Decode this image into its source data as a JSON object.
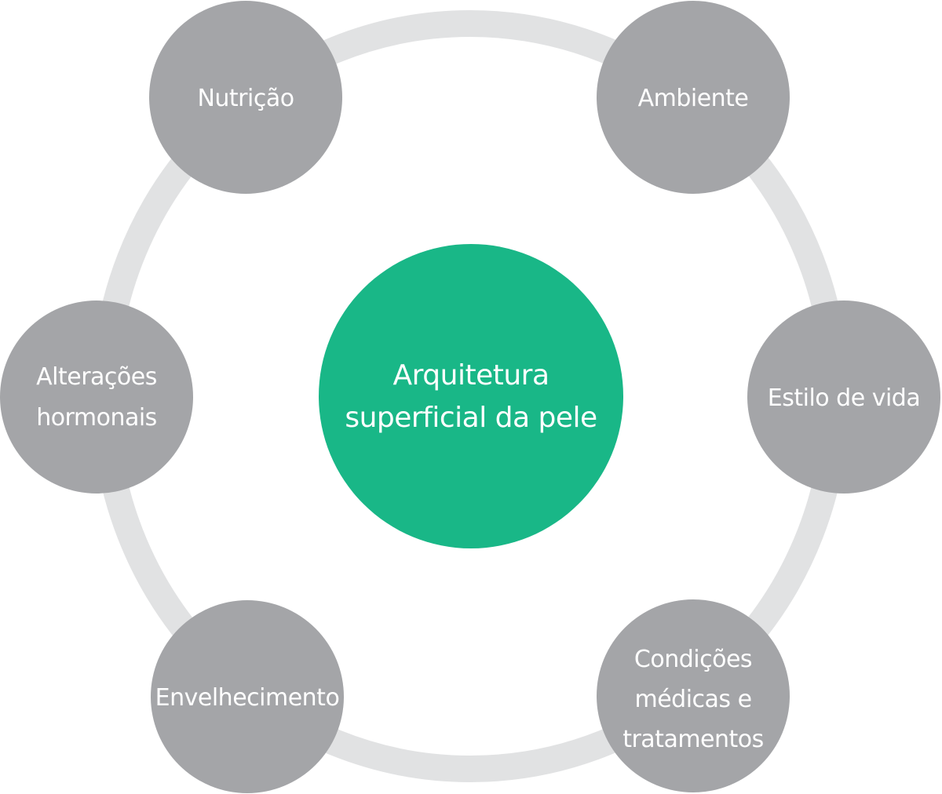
{
  "colors": {
    "ring": "#e1e2e3",
    "satellite": "#a4a5a8",
    "center": "#19b787",
    "text": "#ffffff"
  },
  "center": {
    "lines": [
      "Arquitetura",
      "superficial da pele"
    ]
  },
  "nodes": [
    {
      "id": "nutricao",
      "lines": [
        "Nutrição"
      ]
    },
    {
      "id": "ambiente",
      "lines": [
        "Ambiente"
      ]
    },
    {
      "id": "estilo-de-vida",
      "lines": [
        "Estilo de vida"
      ]
    },
    {
      "id": "condicoes-medicas",
      "lines": [
        "Condições",
        "médicas e",
        "tratamentos"
      ]
    },
    {
      "id": "envelhecimento",
      "lines": [
        "Envelhecimento"
      ]
    },
    {
      "id": "alteracoes-hormonais",
      "lines": [
        "Alterações",
        "hormonais"
      ]
    }
  ]
}
